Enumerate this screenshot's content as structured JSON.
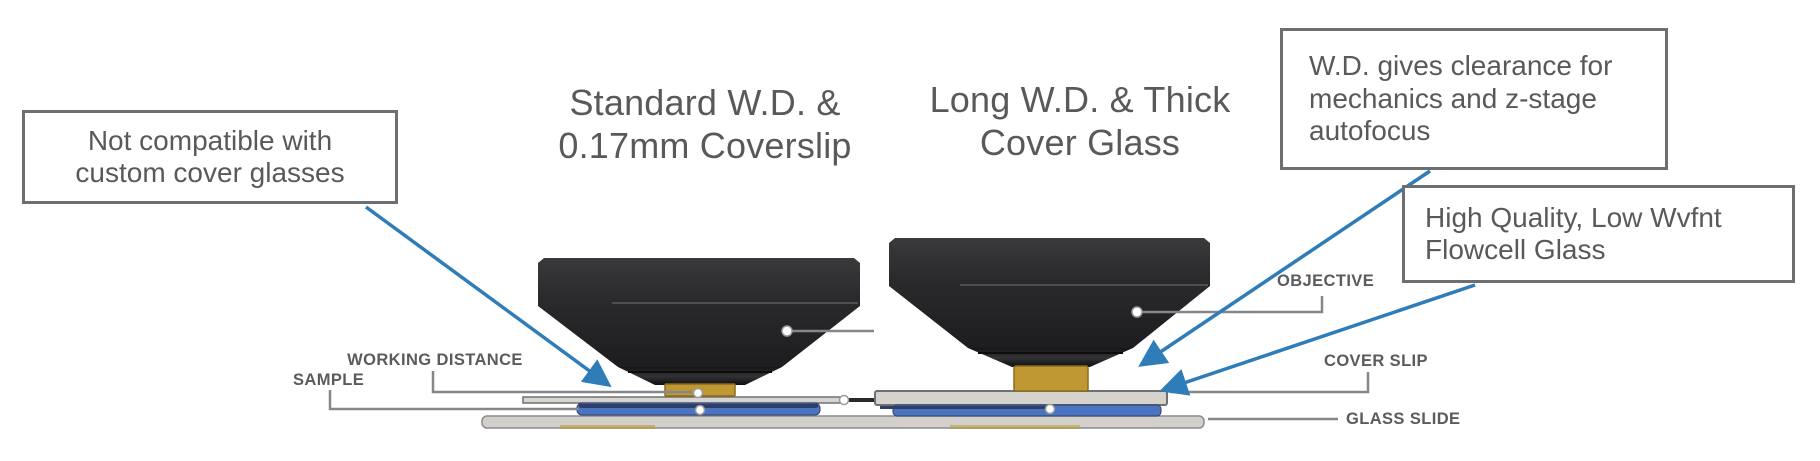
{
  "figure": {
    "description": "Microscope objective working distance comparison diagram"
  },
  "titles": {
    "standard_lines": [
      "Standard W.D. &",
      "0.17mm Coverslip"
    ],
    "long_lines": [
      "Long W.D. & Thick",
      "Cover Glass"
    ]
  },
  "callouts": {
    "not_compatible_lines": [
      "Not compatible with",
      "custom cover glasses"
    ],
    "wd_clearance_lines": [
      "W.D. gives clearance for",
      "mechanics and z-stage",
      "autofocus"
    ],
    "flowcell_lines": [
      "High Quality, Low Wvfnt",
      "Flowcell Glass"
    ]
  },
  "labels": {
    "working_distance": "WORKING DISTANCE",
    "sample": "SAMPLE",
    "objective": "OBJECTIVE",
    "cover_slip": "COVER SLIP",
    "glass_slide": "GLASS SLIDE"
  },
  "colors": {
    "arrow_blue": "#2e7cb8",
    "box_border_gray": "#6d6e71",
    "text_gray": "#58595b",
    "leader_gray": "#85878a",
    "objective_dark": "#232325",
    "tip_gold": "#bf9733",
    "glass_beige": "#d6d2cc",
    "sample_blue": "#4a74c0",
    "sample_navy": "#2f3e68"
  }
}
